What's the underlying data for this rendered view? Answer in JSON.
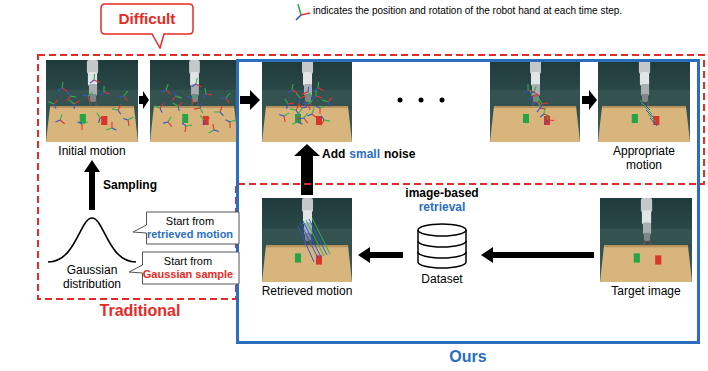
{
  "diagram": {
    "nodes": [
      {
        "text": [
          "Difficult"
        ]
      },
      {
        "text": [
          "Traditional"
        ]
      },
      {
        "text": [
          "Initial motion"
        ],
        "in": 1
      },
      {
        "text": [
          "Gaussian distribution"
        ],
        "in": 1
      },
      {
        "text": [
          "Ours"
        ]
      },
      {
        "text": [
          "Appropriate motion"
        ],
        "in": 4
      },
      {
        "text": [
          "Start from",
          "retrieved motion"
        ]
      },
      {
        "text": [
          "Start from",
          "Gaussian sample"
        ]
      },
      {
        "text": [
          "Retrieved motion"
        ],
        "in": 4
      },
      {
        "text": [
          "Dataset"
        ],
        "in": 4
      },
      {
        "text": [
          "Target image"
        ],
        "in": 4
      }
    ],
    "edges": [
      {
        "from": 3,
        "to": 2,
        "arrow": "to",
        "label": "Sampling"
      },
      {
        "from": 10,
        "to": 9,
        "arrow": "to"
      },
      {
        "from": 9,
        "to": 8,
        "arrow": "to"
      }
    ],
    "labels": [
      "Add",
      "small",
      "noise",
      "image-based",
      "retrieval"
    ],
    "legend": [
      {
        "text": "indicates the position and rotation of the robot hand at each time step."
      }
    ]
  }
}
